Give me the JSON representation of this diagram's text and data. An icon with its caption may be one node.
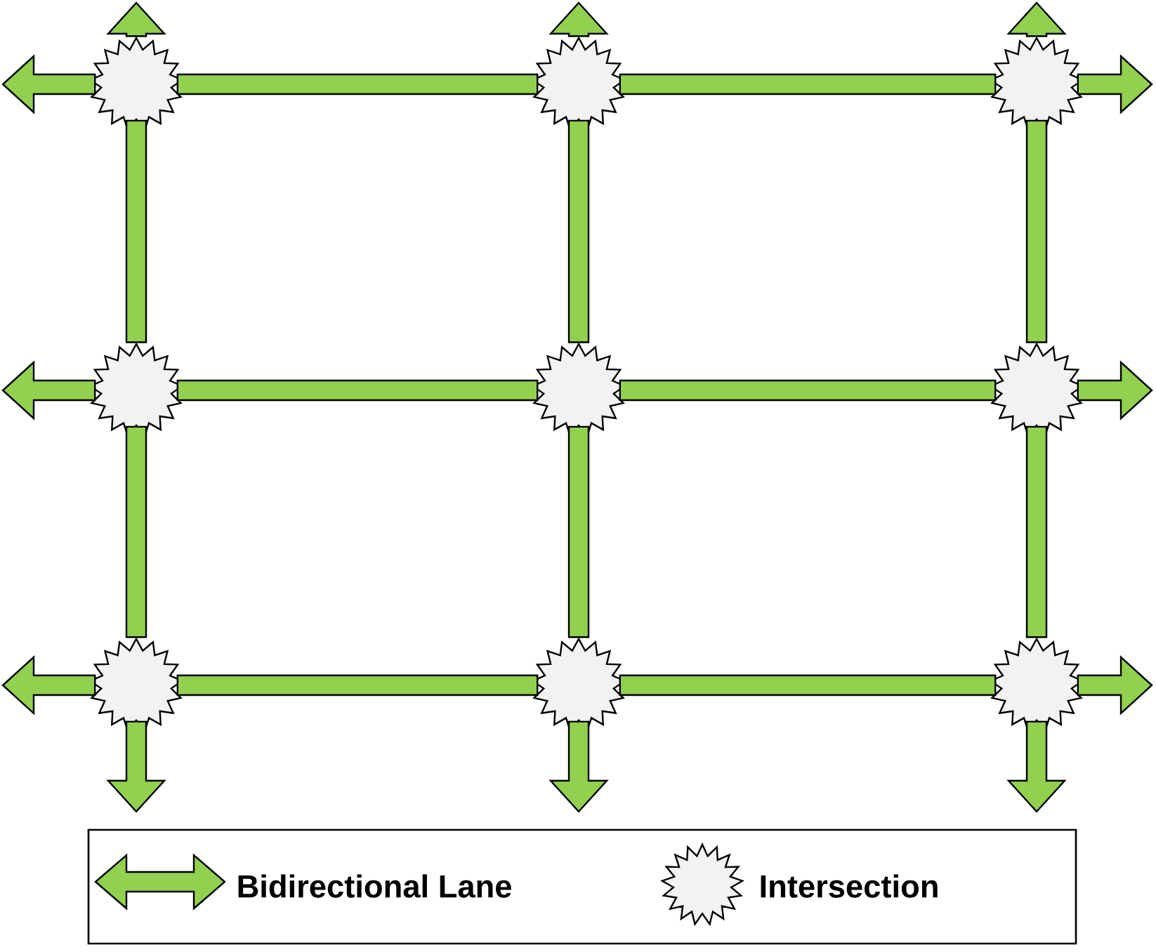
{
  "diagram": {
    "nodes": [
      {
        "text": [],
        "shape": "starburst"
      },
      {
        "text": [],
        "shape": "starburst"
      },
      {
        "text": [],
        "shape": "starburst"
      },
      {
        "text": [],
        "shape": "starburst"
      },
      {
        "text": [],
        "shape": "starburst"
      },
      {
        "text": [],
        "shape": "starburst"
      },
      {
        "text": [],
        "shape": "starburst"
      },
      {
        "text": [],
        "shape": "starburst"
      },
      {
        "text": [],
        "shape": "starburst"
      }
    ],
    "edges": [
      {
        "from": 0,
        "to": 1,
        "arrow": "none"
      },
      {
        "from": 1,
        "to": 2,
        "arrow": "none"
      },
      {
        "from": 3,
        "to": 4,
        "arrow": "none"
      },
      {
        "from": 4,
        "to": 5,
        "arrow": "none"
      },
      {
        "from": 6,
        "to": 7,
        "arrow": "none"
      },
      {
        "from": 7,
        "to": 8,
        "arrow": "none"
      },
      {
        "from": 0,
        "to": 3,
        "arrow": "none"
      },
      {
        "from": 3,
        "to": 6,
        "arrow": "none"
      },
      {
        "from": 1,
        "to": 4,
        "arrow": "none"
      },
      {
        "from": 4,
        "to": 7,
        "arrow": "none"
      },
      {
        "from": 2,
        "to": 5,
        "arrow": "none"
      },
      {
        "from": 5,
        "to": 8,
        "arrow": "none"
      },
      {
        "from": 0,
        "to": null,
        "arrow": "to"
      },
      {
        "from": 1,
        "to": null,
        "arrow": "to"
      },
      {
        "from": 2,
        "to": null,
        "arrow": "to"
      },
      {
        "from": 6,
        "to": null,
        "arrow": "to"
      },
      {
        "from": 7,
        "to": null,
        "arrow": "to"
      },
      {
        "from": 8,
        "to": null,
        "arrow": "to"
      },
      {
        "from": 0,
        "to": null,
        "arrow": "to"
      },
      {
        "from": 3,
        "to": null,
        "arrow": "to"
      },
      {
        "from": 6,
        "to": null,
        "arrow": "to"
      },
      {
        "from": 2,
        "to": null,
        "arrow": "to"
      },
      {
        "from": 5,
        "to": null,
        "arrow": "to"
      },
      {
        "from": 8,
        "to": null,
        "arrow": "to"
      }
    ],
    "legend": [
      {
        "text": "Bidirectional Lane"
      },
      {
        "text": "Intersection"
      }
    ]
  }
}
